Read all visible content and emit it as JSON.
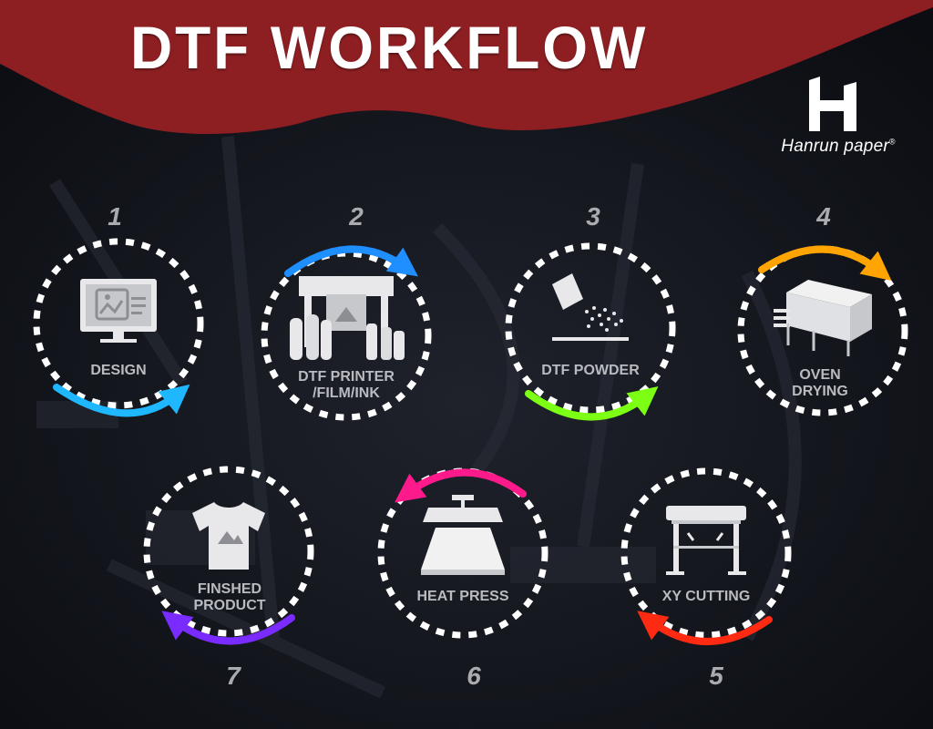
{
  "title": "DTF WORKFLOW",
  "brand": {
    "name": "Hanrun paper",
    "registered": "®",
    "colors": {
      "banner": "#8d1f22",
      "background": "#0f1117"
    }
  },
  "steps": [
    {
      "number": "1",
      "label_lines": [
        "DESIGN"
      ],
      "icon": "design-monitor-icon",
      "arrow_color": "#1fb7ff"
    },
    {
      "number": "2",
      "label_lines": [
        "DTF PRINTER",
        "/FILM/INK"
      ],
      "icon": "printer-film-ink-icon",
      "arrow_color": "#1f8fff"
    },
    {
      "number": "3",
      "label_lines": [
        "DTF POWDER"
      ],
      "icon": "powder-icon",
      "arrow_color": "#7cff14"
    },
    {
      "number": "4",
      "label_lines": [
        "OVEN",
        "DRYING"
      ],
      "icon": "oven-icon",
      "arrow_color": "#ffa400"
    },
    {
      "number": "5",
      "label_lines": [
        "XY CUTTING"
      ],
      "icon": "cutter-icon",
      "arrow_color": "#ff2a12"
    },
    {
      "number": "6",
      "label_lines": [
        "HEAT PRESS"
      ],
      "icon": "heat-press-icon",
      "arrow_color": "#ff1a8c"
    },
    {
      "number": "7",
      "label_lines": [
        "FINSHED",
        "PRODUCT"
      ],
      "icon": "tshirt-icon",
      "arrow_color": "#7a2bff"
    }
  ]
}
